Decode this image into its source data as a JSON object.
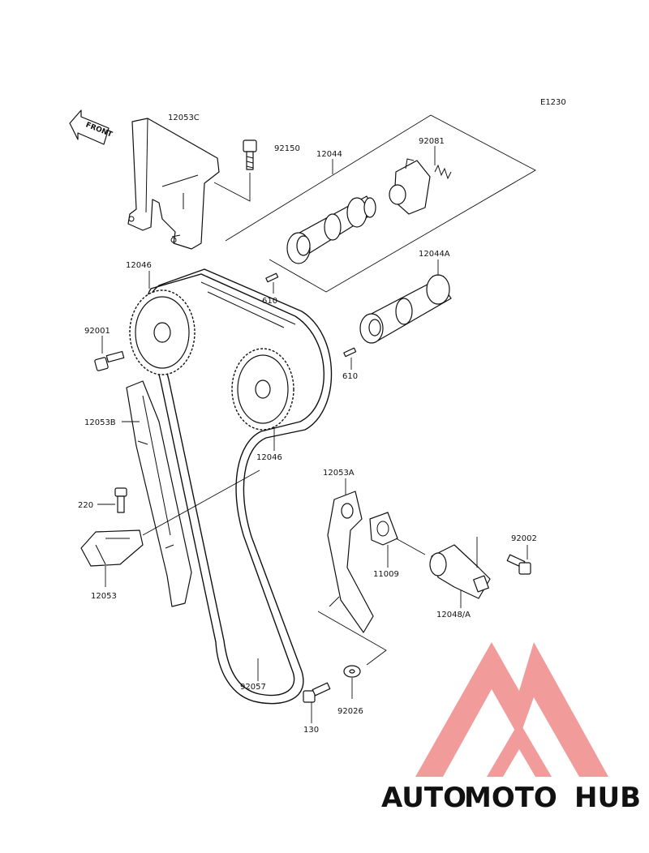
{
  "diagram_code": "E1230",
  "front_label": "FRONT",
  "parts": {
    "p12053C": "12053C",
    "p92150": "92150",
    "p12044": "12044",
    "p92081": "92081",
    "p12046_top": "12046",
    "p12044A": "12044A",
    "p610_top": "610",
    "p92001": "92001",
    "p610_bottom": "610",
    "p12053B": "12053B",
    "p12046_bottom": "12046",
    "p12053A": "12053A",
    "p220": "220",
    "p92002": "92002",
    "p11009": "11009",
    "p12053": "12053",
    "p12048A": "12048/A",
    "p92057": "92057",
    "p130": "130",
    "p92026": "92026"
  },
  "watermark": {
    "part1": "AUTO",
    "part2": "MOTO",
    "part3": "HUB",
    "color_auto": "#f5b98a",
    "color_moto": "#ef8f8f",
    "color_hub": "#9a9a9a",
    "logo_color": "#f08a8a"
  }
}
